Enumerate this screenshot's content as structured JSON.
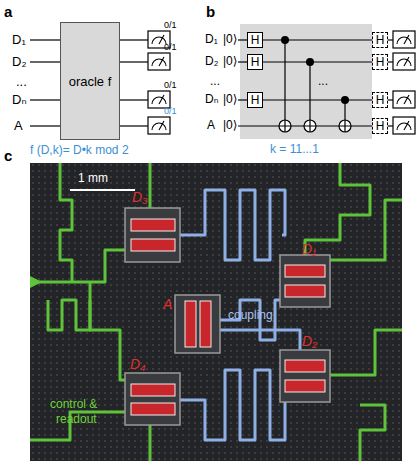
{
  "diagram": {
    "nodes": [
      {
        "text": [
          "oracle f"
        ]
      },
      {
        "text": [
          "H"
        ]
      },
      {
        "text": [
          "H"
        ]
      },
      {
        "text": [
          "H"
        ]
      },
      {
        "text": [
          "H"
        ]
      },
      {
        "text": [
          "H"
        ]
      },
      {
        "text": [
          "H"
        ]
      },
      {
        "text": [
          "H"
        ]
      }
    ],
    "edges": [
      {
        "from": 1,
        "to": 4,
        "arrow": "none"
      },
      {
        "from": 2,
        "to": 5,
        "arrow": "none"
      },
      {
        "from": 3,
        "to": 6,
        "arrow": "none"
      }
    ],
    "labels": [
      "a",
      "D₁",
      "D₂",
      "...",
      "Dₙ",
      "A",
      "0/1",
      "0/1",
      "0/1",
      "0/1",
      "f (D,k)= D•k mod 2",
      "b",
      "D₁",
      "|0⟩",
      "D₂",
      "|0⟩",
      "...",
      "Dₙ",
      "|0⟩",
      "A",
      "|0⟩",
      "...",
      "k = 11...1",
      "c",
      "1 mm",
      "D₃",
      "D₁",
      "A",
      "D₄",
      "D₂",
      "coupling",
      "control &",
      "readout"
    ]
  }
}
